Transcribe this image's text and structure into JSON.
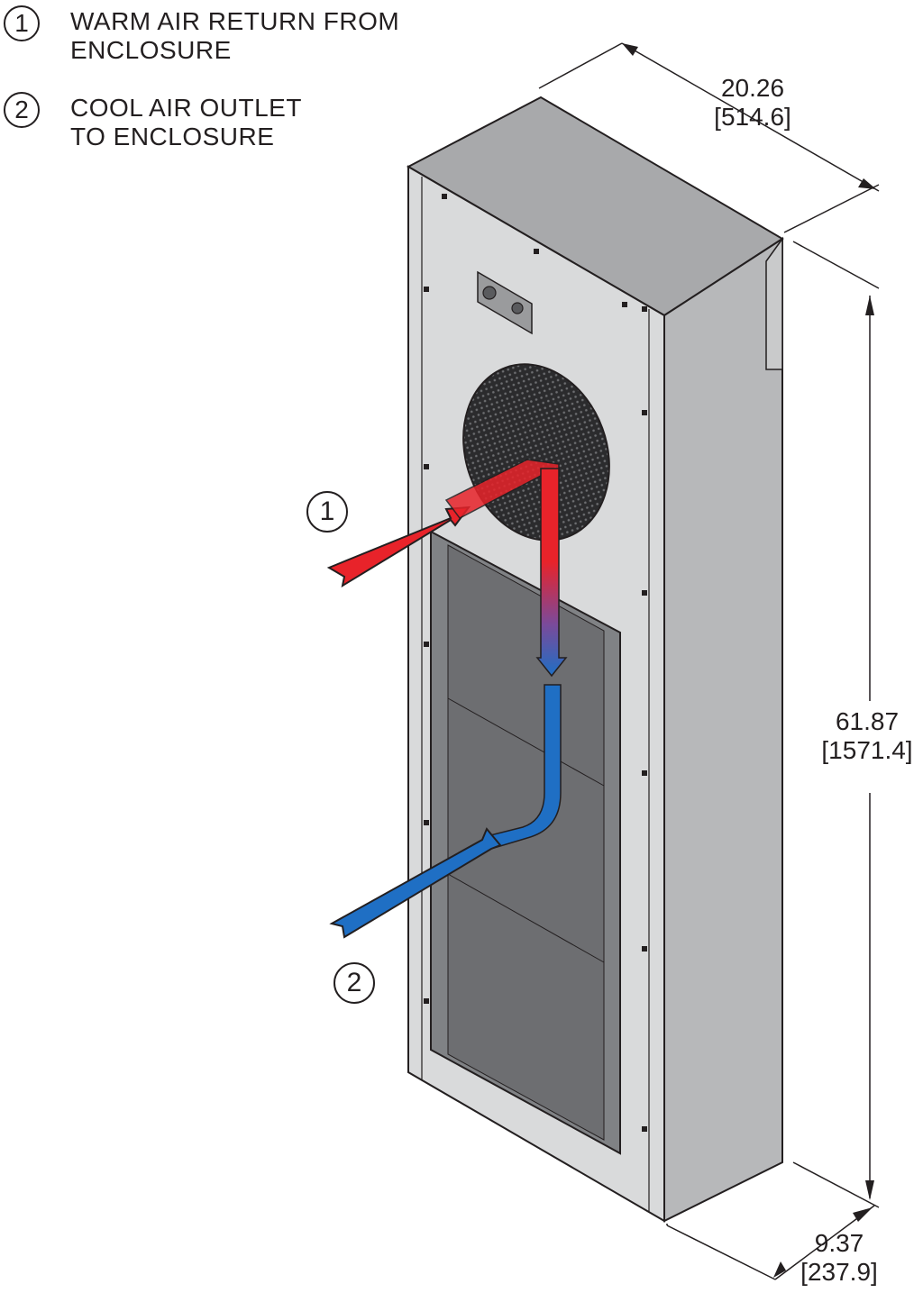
{
  "legend": [
    {
      "number": "1",
      "line1": "WARM AIR RETURN FROM",
      "line2": "ENCLOSURE"
    },
    {
      "number": "2",
      "line1": "COOL AIR OUTLET",
      "line2": "TO ENCLOSURE"
    }
  ],
  "dimensions": {
    "width": {
      "inches": "20.26",
      "mm": "[514.6]"
    },
    "height": {
      "inches": "61.87",
      "mm": "[1571.4]"
    },
    "depth": {
      "inches": "9.37",
      "mm": "[237.9]"
    }
  },
  "callouts": {
    "warm": "1",
    "cool": "2"
  },
  "colors": {
    "warm_arrow": "#e8232a",
    "cool_arrow": "#1f6fc4",
    "panel": "#d9dadb",
    "side": "#b7b8ba",
    "top": "#a8a9ab",
    "opening": "#808285"
  }
}
